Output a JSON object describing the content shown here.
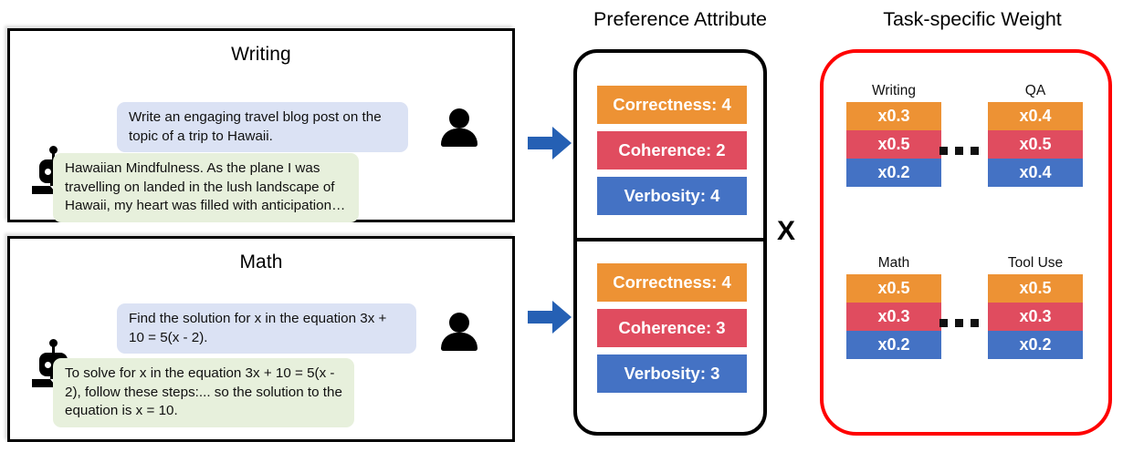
{
  "conversations": [
    {
      "title": "Writing",
      "user_message": "Write an engaging travel blog post on the topic of a trip to Hawaii.",
      "assistant_message": " Hawaiian Mindfulness. As the plane I was travelling on landed in the lush landscape of Hawaii, my heart was filled with anticipation…"
    },
    {
      "title": "Math",
      "user_message": "Find the solution for x in the equation 3x + 10 = 5(x - 2).",
      "assistant_message": "To solve for x in the equation 3x + 10 = 5(x - 2), follow these steps:... so the solution to the equation is x = 10."
    }
  ],
  "preference": {
    "title": "Preference Attribute",
    "groups": [
      {
        "attributes": [
          {
            "label": "Correctness: 4",
            "color": "#ed9234"
          },
          {
            "label": "Coherence: 2",
            "color": "#e04c5f"
          },
          {
            "label": "Verbosity: 4",
            "color": "#4472c4"
          }
        ]
      },
      {
        "attributes": [
          {
            "label": "Correctness: 4",
            "color": "#ed9234"
          },
          {
            "label": "Coherence: 3",
            "color": "#e04c5f"
          },
          {
            "label": "Verbosity: 3",
            "color": "#4472c4"
          }
        ]
      }
    ]
  },
  "operator": {
    "multiply_symbol": "X",
    "ellipsis": "..."
  },
  "weights": {
    "title": "Task-specific Weight",
    "border_color": "#ff0000",
    "tasks": [
      {
        "name": "Writing",
        "values": [
          {
            "label": "x0.3",
            "color": "#ed9234"
          },
          {
            "label": "x0.5",
            "color": "#e04c5f"
          },
          {
            "label": "x0.2",
            "color": "#4472c4"
          }
        ]
      },
      {
        "name": "QA",
        "values": [
          {
            "label": "x0.4",
            "color": "#ed9234"
          },
          {
            "label": "x0.5",
            "color": "#e04c5f"
          },
          {
            "label": "x0.4",
            "color": "#4472c4"
          }
        ]
      },
      {
        "name": "Math",
        "values": [
          {
            "label": "x0.5",
            "color": "#ed9234"
          },
          {
            "label": "x0.3",
            "color": "#e04c5f"
          },
          {
            "label": "x0.2",
            "color": "#4472c4"
          }
        ]
      },
      {
        "name": "Tool Use",
        "values": [
          {
            "label": "x0.5",
            "color": "#ed9234"
          },
          {
            "label": "x0.3",
            "color": "#e04c5f"
          },
          {
            "label": "x0.2",
            "color": "#4472c4"
          }
        ]
      }
    ]
  },
  "arrows": {
    "color": "#2560b4",
    "label": "arrow-right"
  }
}
